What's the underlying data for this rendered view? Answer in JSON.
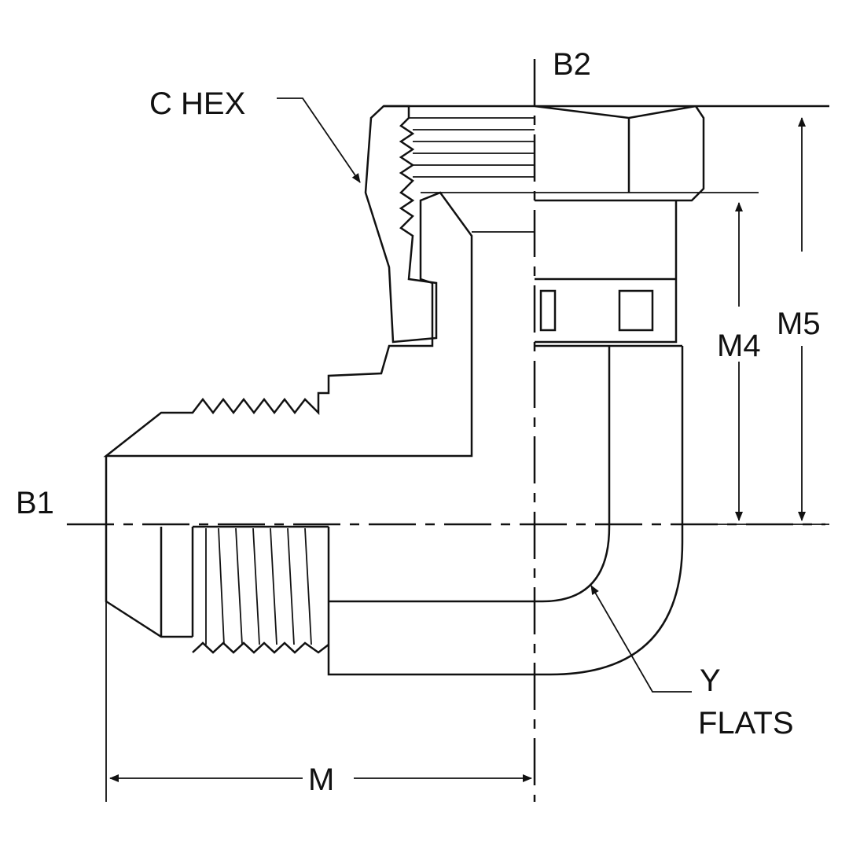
{
  "labels": {
    "c_hex": "C HEX",
    "b2": "B2",
    "b1": "B1",
    "m4": "M4",
    "m5": "M5",
    "m": "M",
    "y": "Y",
    "flats": "FLATS"
  },
  "colors": {
    "line": "#111111",
    "background": "#ffffff"
  }
}
